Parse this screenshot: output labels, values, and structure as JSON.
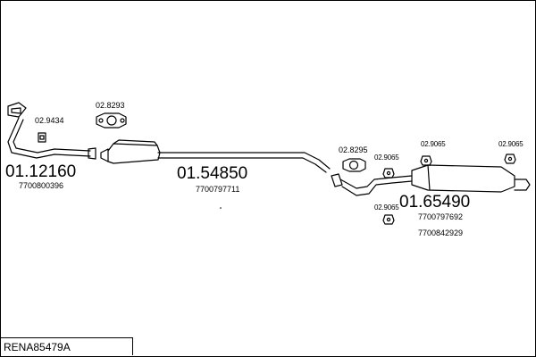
{
  "parts": {
    "front_pipe": {
      "number": "01.12160",
      "oe": "7700800396"
    },
    "front_pipe_clamp": "02.9434",
    "center_gasket": "02.8293",
    "center_muffler": {
      "number": "01.54850",
      "oe": "7700797711"
    },
    "rear_gasket": "02.8295",
    "rubber_mount_a": "02.9065",
    "rubber_mount_b": "02.9065",
    "rubber_mount_c": "02.9065",
    "rubber_mount_d": "02.9065",
    "rear_muffler": {
      "number": "01.65490",
      "oe_1": "7700797692",
      "oe_2": "7700842929"
    }
  },
  "footer": {
    "code": "RENA85479A"
  }
}
